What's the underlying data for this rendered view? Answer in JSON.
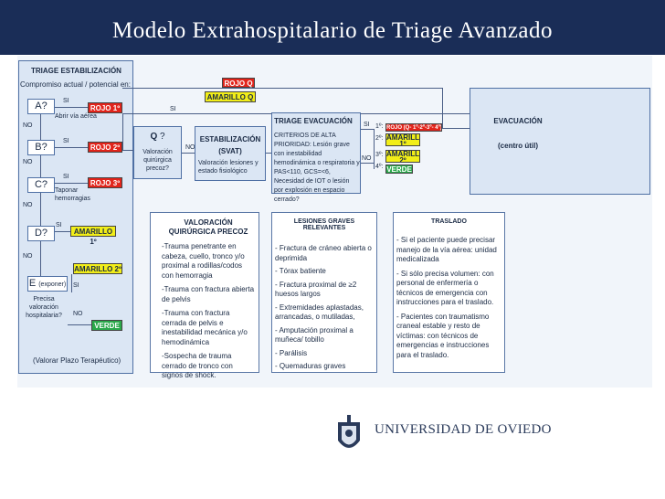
{
  "title": "Modelo Extrahospitalario de Triage Avanzado",
  "left": {
    "heading": "TRIAGE ESTABILIZACIÓN",
    "subheading": "Compromiso actual / potencial en:",
    "a": "A?",
    "a_yes": "SI",
    "a_action": "Abrir vía aérea",
    "a_label": "ROJO 1º",
    "a_no": "NO",
    "b": "B?",
    "b_yes": "SI",
    "b_label": "ROJO 2º",
    "b_no": "NO",
    "c": "C?",
    "c_yes": "SI",
    "c_action": "Taponar hemorragias",
    "c_label": "ROJO 3º",
    "c_no": "NO",
    "d": "D?",
    "d_yes": "SI",
    "d_label": "AMARILLO 1º",
    "d_no": "NO",
    "e_amarillo": "AMARILLO 2º",
    "e_main": "E",
    "e_sub": "(exponer)",
    "e_question": "Precisa valoración hospitalaria?",
    "e_yes": "SI",
    "e_no": "NO",
    "e_label": "VERDE",
    "footer": "(Valorar Plazo Terapéutico)"
  },
  "top_labels": {
    "rojo": "ROJO Q",
    "amarillo": "AMARILLO Q",
    "si": "SI",
    "no": "NO"
  },
  "q": {
    "title": "Q",
    "q_mark": "?",
    "text": "Valoración quirúrgica precoz?"
  },
  "estab": {
    "title": "ESTABILIZACIÓN",
    "subtitle": "(SVAT)",
    "text": "Valoración lesiones y estado fisiológico"
  },
  "evac": {
    "title": "TRIAGE EVACUACIÓN",
    "text": "CRITERIOS DE ALTA PRIORIDAD: Lesión grave con inestabilidad hemodinámica o respiratoria y PAS<110, GCS=<6, Necesidad de IOT o lesión por explosión en espacio cerrado?",
    "si": "SI",
    "no": "NO",
    "p1": "1º:",
    "p1_label": "ROJO (Q- 1º-2º-3º- 4º)",
    "p2": "2º:",
    "p2_label": "AMARILLO 1º",
    "p3": "3º:",
    "p3_label": "AMARILLO 2º",
    "p4": "4º:",
    "p4_label": "VERDE"
  },
  "evacuacion": {
    "title": "EVACUACIÓN",
    "subtitle": "(centro útil)"
  },
  "vqp": {
    "title": "VALORACIÓN QUIRÚRGICA PRECOZ",
    "items": [
      "-Trauma penetrante en cabeza, cuello, tronco y/o proximal a rodillas/codos con hemorragia",
      "-Trauma con fractura abierta de pelvis",
      "-Trauma con fractura cerrada de pelvis e inestabilidad mecánica y/o hemodinámica",
      "-Sospecha de trauma cerrado de tronco con signos de shock."
    ]
  },
  "lesiones": {
    "title": "LESIONES GRAVES RELEVANTES",
    "items": [
      "- Fractura de cráneo abierta o deprimida",
      "- Tórax batiente",
      "- Fractura proximal de ≥2 huesos largos",
      "- Extremidades aplastadas, arrancadas, o mutiladas,",
      "- Amputación proximal a muñeca/ tobillo",
      "- Parálisis",
      "- Quemaduras graves"
    ]
  },
  "traslado": {
    "title": "TRASLADO",
    "items": [
      "- Si el paciente puede precisar manejo de la vía aérea: unidad medicalizada",
      "- Si sólo precisa volumen: con personal de enfermería o técnicos de emergencia con instrucciones para el traslado.",
      "- Pacientes con traumatismo craneal estable y resto de víctimas: con técnicos de emergencias e instrucciones para el traslado."
    ]
  },
  "logo": {
    "text": "UNIVERSIDAD DE OVIEDO"
  },
  "colors": {
    "header": "#1a2d57",
    "panel": "#f1f5fa",
    "red": "#e1241b",
    "yellow": "#f2ee18",
    "green": "#2aa84a",
    "border": "#4f70a4"
  }
}
